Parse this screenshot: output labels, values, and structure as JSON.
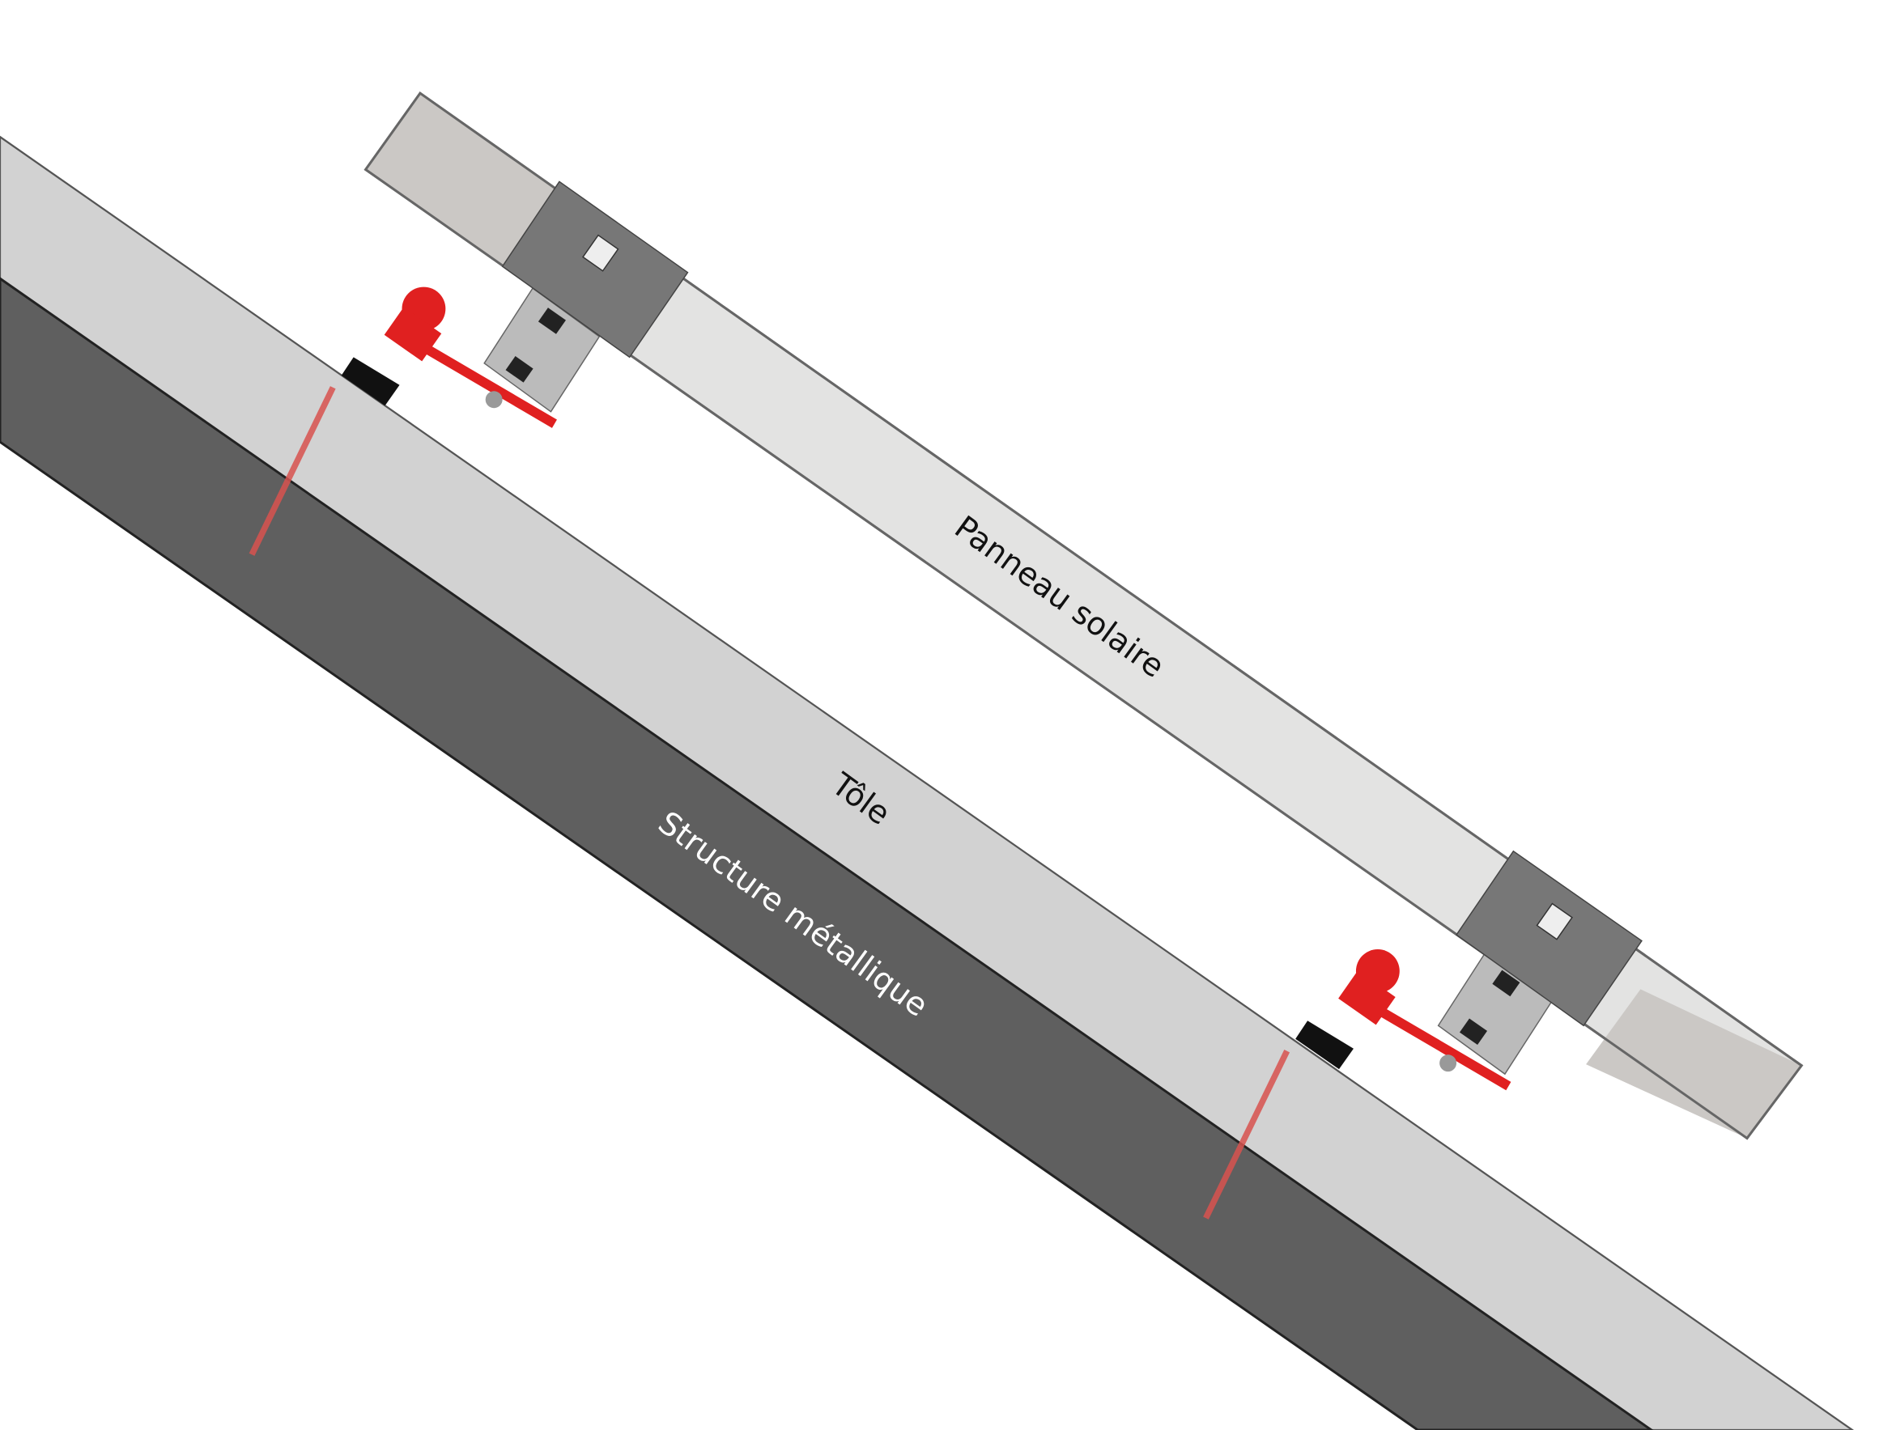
{
  "labels": {
    "panel": "Panneau solaire",
    "sheet": "Tôle",
    "structure": "Structure métallique"
  },
  "colors": {
    "sheet": "#d2d2d2",
    "structure": "#5f5f5f",
    "panel": "#e3e3e2",
    "panel_end": "#cbc8c5",
    "clamp": "#777777",
    "fixing": "#e02020",
    "screw": "#d9534f"
  }
}
